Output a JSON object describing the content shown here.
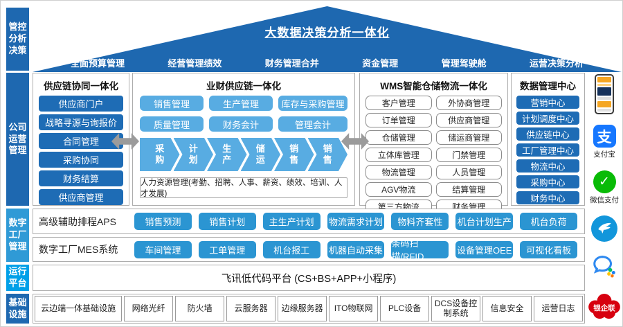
{
  "sidebar": {
    "sections": [
      "管控\n分析\n决策",
      "公司\n运营\n管理",
      "数字\n工厂\n管理",
      "运行\n平台",
      "基础\n设施"
    ]
  },
  "roof": {
    "title": "大数据决策分析一体化",
    "items": [
      "全面预算管理",
      "经营管理绩效",
      "财务管理合并",
      "资金管理",
      "管理驾驶舱",
      "运营决策分析"
    ]
  },
  "scm": {
    "title": "供应链协同一体化",
    "items": [
      "供应商门户",
      "战略寻源与询报价",
      "合同管理",
      "采购协同",
      "财务结算",
      "供应商管理"
    ]
  },
  "erp": {
    "title": "业财供应链一体化",
    "buttons": [
      "销售管理",
      "生产管理",
      "库存与采购管理",
      "质量管理",
      "财务会计",
      "管理会计"
    ],
    "flow": [
      "采购",
      "计划",
      "生产",
      "储运",
      "销售",
      "销售"
    ],
    "hr": "人力资源管理(考勤、招聘、人事、薪资、绩效、培训、人才发展)"
  },
  "wms": {
    "title": "WMS智能仓储物流一体化",
    "left": [
      "客户管理",
      "订单管理",
      "仓储管理",
      "立体库管理",
      "物流管理",
      "AGV物流",
      "第三方物流"
    ],
    "right": [
      "外协商管理",
      "供应商管理",
      "储运商管理",
      "门禁管理",
      "人员管理",
      "结算管理",
      "财务管理"
    ]
  },
  "datacenter": {
    "title": "数据管理中心",
    "items": [
      "营销中心",
      "计划调度中心",
      "供应链中心",
      "工厂管理中心",
      "物流中心",
      "采购中心",
      "财务中心"
    ]
  },
  "aps": {
    "label": "高级辅助排程APS",
    "items": [
      "销售预测",
      "销售计划",
      "主生产计划",
      "物流需求计划",
      "物料齐套性",
      "机台计划生产",
      "机台负荷"
    ]
  },
  "mes": {
    "label": "数字工厂MES系统",
    "items": [
      "车间管理",
      "工单管理",
      "机台报工",
      "机器自动采集",
      "条码扫描/RFID",
      "设备管理OEE",
      "可视化看板"
    ]
  },
  "platform": {
    "label": "飞讯低代码平台 (CS+BS+APP+小程序)"
  },
  "infra": {
    "items": [
      "云边端一体基础设施",
      "网络光纤",
      "防火墙",
      "云服务器",
      "边缘服务器",
      "ITO物联网",
      "PLC设备",
      "DCS设备控制系统",
      "信息安全",
      "运营日志"
    ]
  },
  "integrations": {
    "alipay": {
      "label": "支付宝",
      "glyph": "支",
      "color": "#1677ff"
    },
    "wechat_pay": {
      "label": "微信支付",
      "color": "#09bb07"
    },
    "dingtalk": {
      "color": "#1296db"
    },
    "wecom": {
      "color": "#2e89f0"
    },
    "unionpay": {
      "label": "银企联",
      "color": "#d7000f"
    }
  },
  "colors": {
    "dark_blue": "#1e6cb5",
    "medium_blue": "#2b95d2",
    "light_blue": "#58ace2",
    "cyan": "#00a0e8",
    "arrow_gray": "#9b9b9b"
  }
}
